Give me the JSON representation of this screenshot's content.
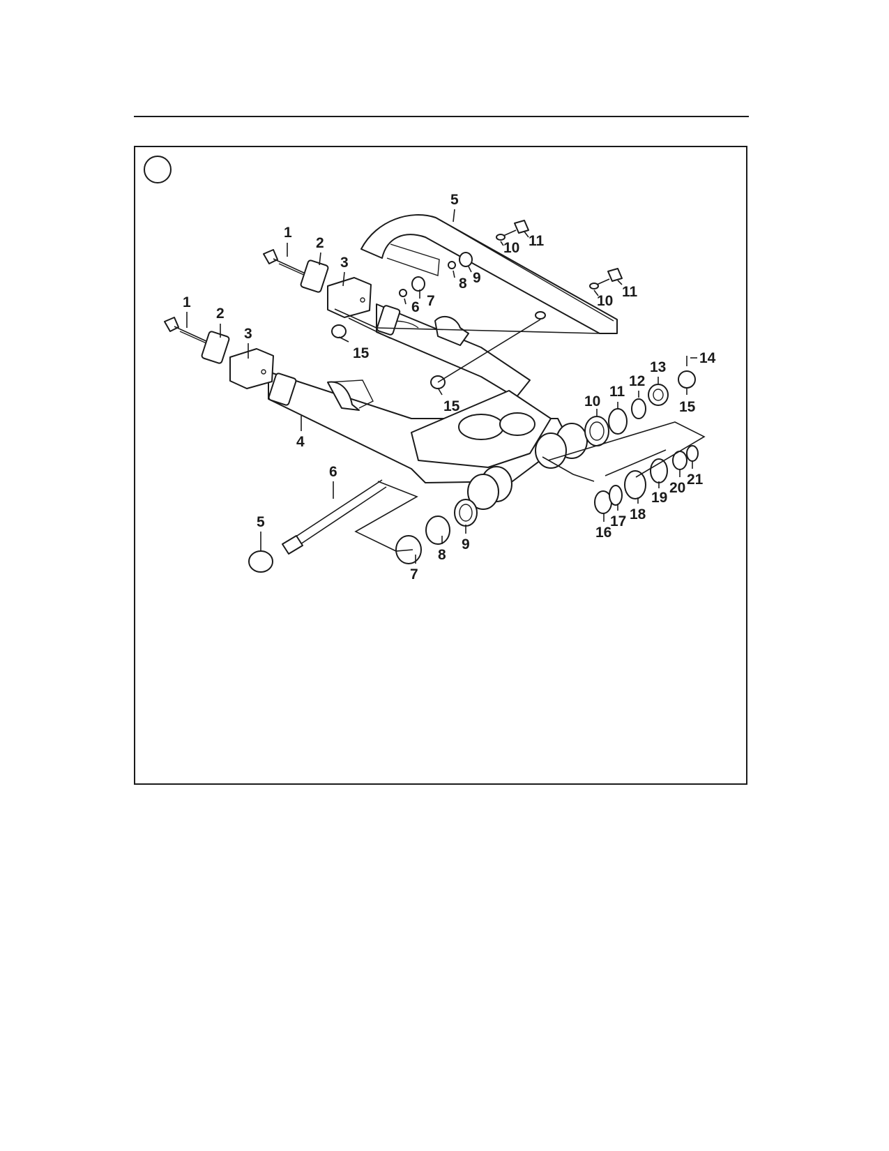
{
  "callouts": [
    "1",
    "1",
    "2",
    "2",
    "3",
    "3",
    "4",
    "5",
    "5",
    "6",
    "6",
    "7",
    "7",
    "8",
    "8",
    "9",
    "9",
    "10",
    "10",
    "10",
    "11",
    "11",
    "11",
    "12",
    "13",
    "14",
    "15",
    "15",
    "15",
    "16",
    "17",
    "18",
    "19",
    "20",
    "21"
  ],
  "colors": {
    "ink": "#1a1a1a",
    "paper": "#ffffff"
  }
}
